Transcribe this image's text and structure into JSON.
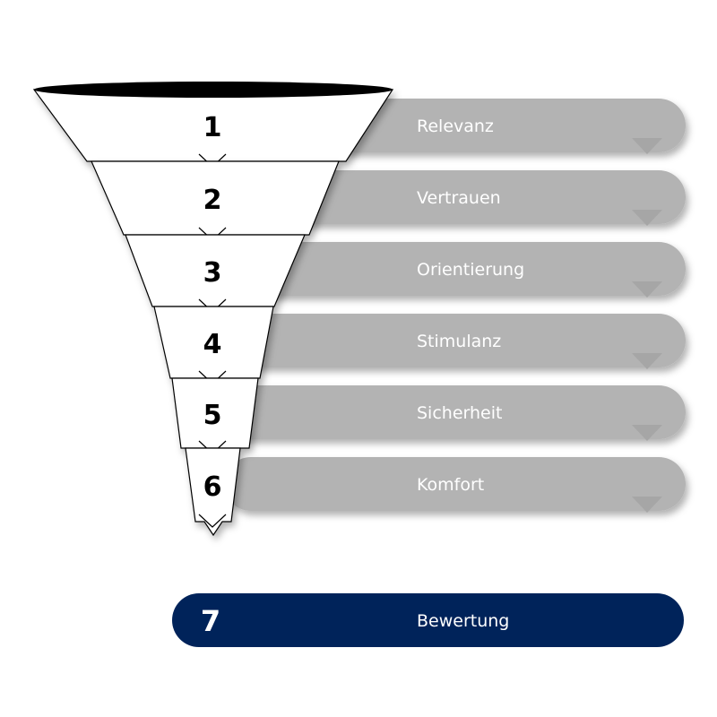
{
  "steps": [
    {
      "number": "1",
      "label": "Relevanz"
    },
    {
      "number": "2",
      "label": "Vertrauen"
    },
    {
      "number": "3",
      "label": "Orientierung"
    },
    {
      "number": "4",
      "label": "Stimulanz"
    },
    {
      "number": "5",
      "label": "Sicherheit"
    },
    {
      "number": "6",
      "label": "Komfort"
    }
  ],
  "final": {
    "number": "7",
    "label": "Bewertung"
  },
  "colors": {
    "bar": "#b3b3b3",
    "final": "#00235a",
    "funnel": "#ffffff",
    "rim": "#000000"
  }
}
